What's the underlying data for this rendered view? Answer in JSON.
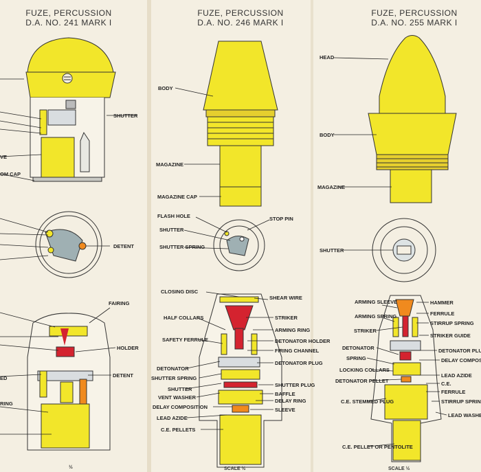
{
  "titles": [
    {
      "line1": "FUZE, PERCUSSION",
      "line2": "D.A. NO. 241  MARK I"
    },
    {
      "line1": "FUZE, PERCUSSION",
      "line2": "D.A. NO. 246  MARK I"
    },
    {
      "line1": "FUZE, PERCUSSION",
      "line2": "D.A. NO. 255  MARK I"
    }
  ],
  "fuze241": {
    "labels": [
      "SHUTTER",
      "VE",
      "OM CAP",
      "DETENT",
      "FAIRING",
      "HOLDER",
      "DETENT",
      "ED",
      "RING"
    ],
    "scale": "½"
  },
  "fuze246": {
    "labels": [
      "BODY",
      "MAGAZINE",
      "MAGAZINE CAP",
      "FLASH HOLE",
      "STOP PIN",
      "SHUTTER",
      "SHUTTER SPRING",
      "CLOSING DISC",
      "SHEAR WIRE",
      "STRIKER",
      "HALF COLLARS",
      "ARMING RING",
      "SAFETY FERRULE",
      "DETONATOR HOLDER",
      "FIRING CHANNEL",
      "DETONATOR",
      "DETONATOR PLUG",
      "SHUTTER SPRING",
      "SHUTTER",
      "SHUTTER PLUG",
      "VENT WASHER",
      "BAFFLE",
      "DELAY COMPOSITION",
      "DELAY RING",
      "LEAD AZIDE",
      "SLEEVE",
      "C.E. PELLETS"
    ],
    "scale": "SCALE ½"
  },
  "fuze255": {
    "labels": [
      "HEAD",
      "BODY",
      "MAGAZINE",
      "SHUTTER",
      "ARMING SLEEVE",
      "HAMMER",
      "ARMING SPRING",
      "FERRULE",
      "STRIKER",
      "STIRRUP SPRING",
      "STRIKER GUIDE",
      "DETONATOR",
      "DETONATOR PLUG",
      "SPRING",
      "DELAY COMPOSITION",
      "LOCKING COLLARS",
      "LEAD AZIDE",
      "DETONATOR PELLET",
      "C.E.",
      "FERRULE",
      "C.E. STEMMED PLUG",
      "STIRRUP SPRING",
      "LEAD WASHER",
      "C.E. PELLET OR PENTOLITE"
    ],
    "scale": "SCALE ½"
  },
  "colors": {
    "yellow": "#f2e62a",
    "fuze_yellow": "#e6cf2e",
    "red": "#d4232f",
    "orange": "#f08a1e",
    "paper": "#f4efe2",
    "grey": "#c9c9c3",
    "steel": "#9fb0b3"
  }
}
